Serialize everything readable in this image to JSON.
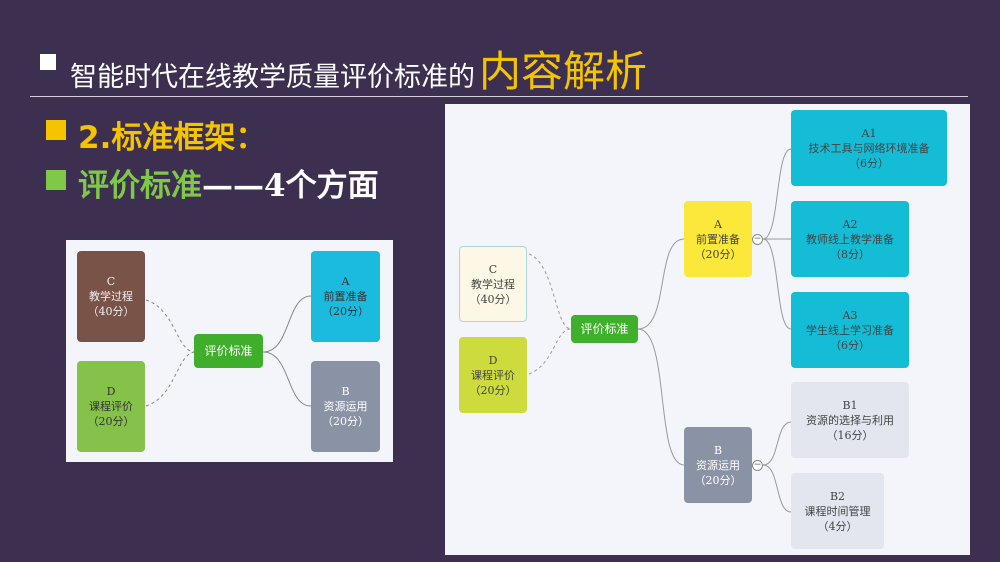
{
  "header": {
    "title": "智能时代在线教学质量评价标准的",
    "title_highlight": "内容解析"
  },
  "section": {
    "heading": "2.标准框架：",
    "subheading": "评价标准",
    "subheading_suffix": "——4个方面"
  },
  "colors": {
    "background": "#3d2f4f",
    "accent": "#f5c400",
    "green": "#7fc84a"
  },
  "small_map": {
    "center": "评价标准",
    "nodes": {
      "C": {
        "code": "C",
        "name": "教学过程",
        "score": "（40分）"
      },
      "D": {
        "code": "D",
        "name": "课程评价",
        "score": "（20分）"
      },
      "A": {
        "code": "A",
        "name": "前置准备",
        "score": "（20分）"
      },
      "B": {
        "code": "B",
        "name": "资源运用",
        "score": "（20分）"
      }
    }
  },
  "large_map": {
    "center": "评价标准",
    "nodes": {
      "C": {
        "code": "C",
        "name": "教学过程",
        "score": "（40分）"
      },
      "D": {
        "code": "D",
        "name": "课程评价",
        "score": "（20分）"
      },
      "A": {
        "code": "A",
        "name": "前置准备",
        "score": "（20分）"
      },
      "B": {
        "code": "B",
        "name": "资源运用",
        "score": "（20分）"
      },
      "A1": {
        "code": "A1",
        "name": "技术工具与网络环境准备",
        "score": "（6分）"
      },
      "A2": {
        "code": "A2",
        "name": "教师线上教学准备",
        "score": "（8分）"
      },
      "A3": {
        "code": "A3",
        "name": "学生线上学习准备",
        "score": "（6分）"
      },
      "B1": {
        "code": "B1",
        "name": "资源的选择与利用",
        "score": "（16分）"
      },
      "B2": {
        "code": "B2",
        "name": "课程时间管理",
        "score": "（4分）"
      }
    },
    "collapse_symbol": "−"
  }
}
